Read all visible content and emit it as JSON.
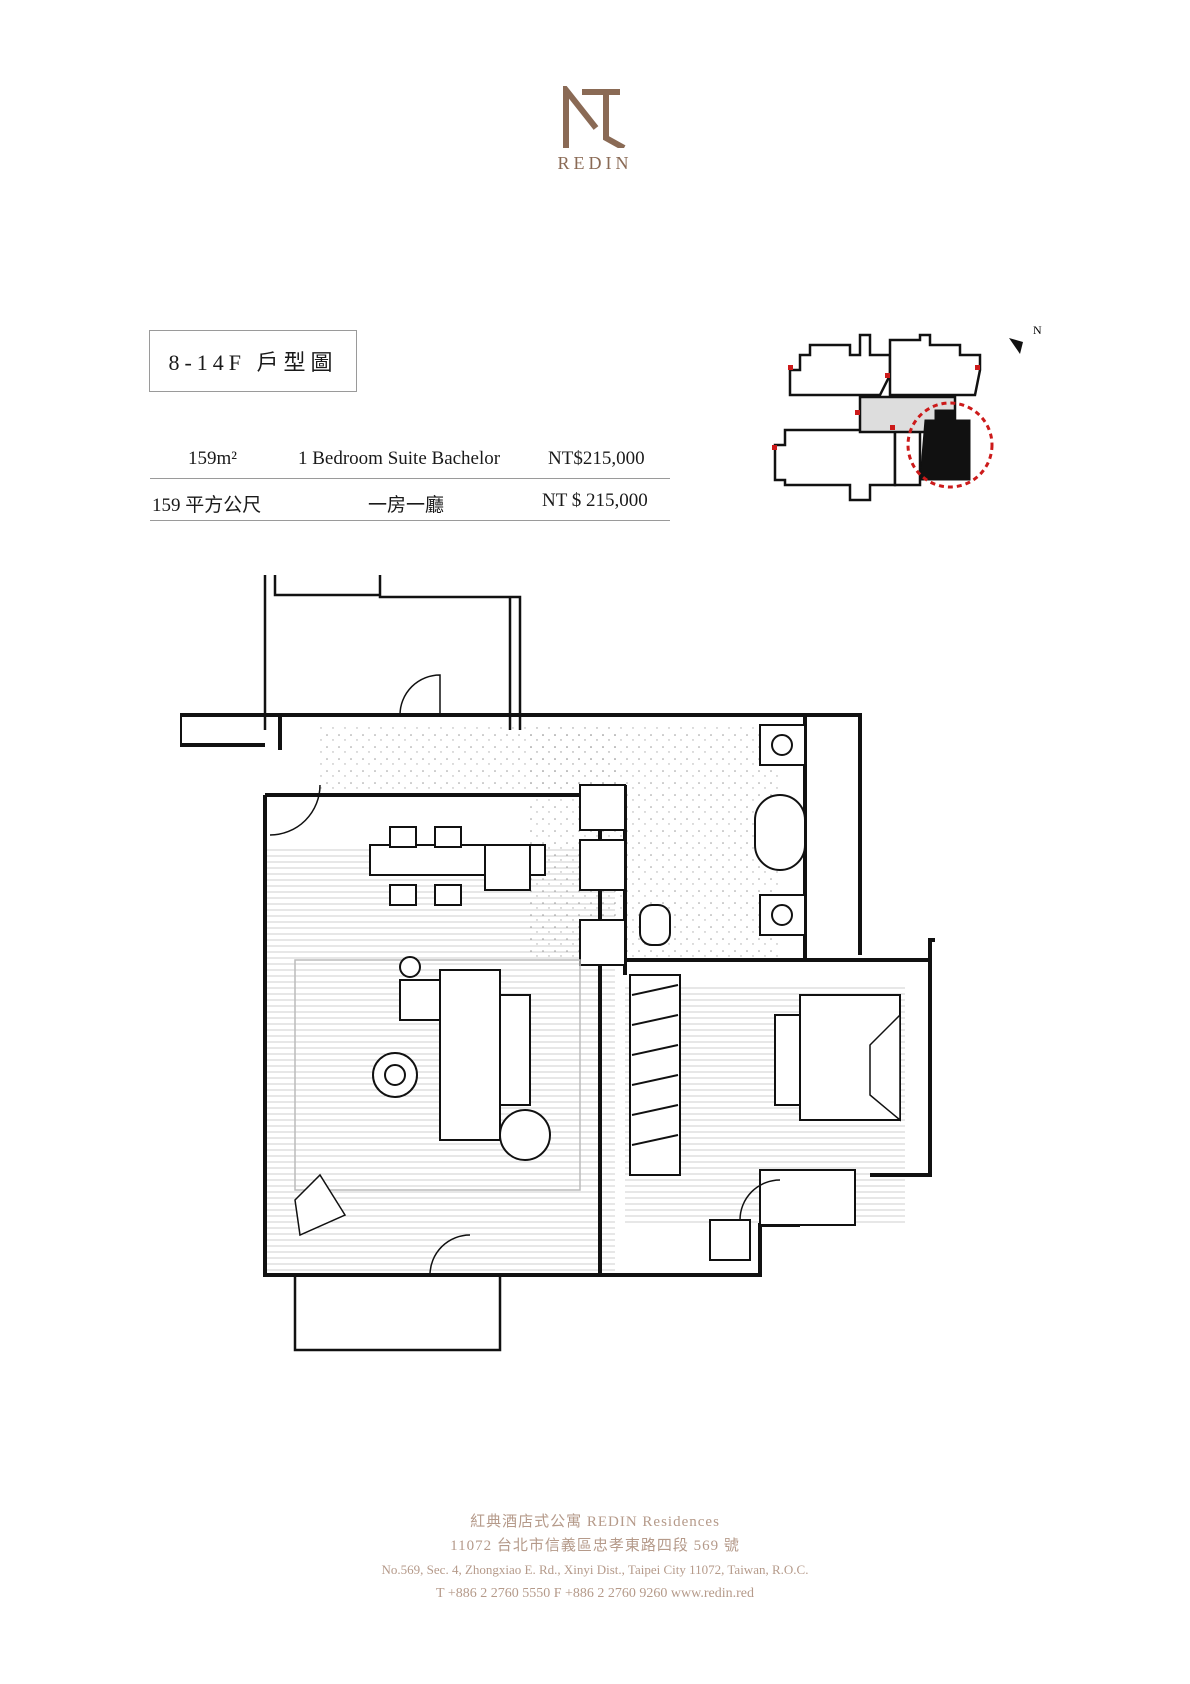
{
  "brand": {
    "name": "REDIN",
    "color": "#8a6a55"
  },
  "floor_label": "8-14F 戶型圖",
  "unit_rows": [
    {
      "area": "159m²",
      "type": "1 Bedroom Suite Bachelor",
      "price": "NT$215,000"
    },
    {
      "area": "159 平方公尺",
      "type": "一房一廳",
      "price": "NT $ 215,000"
    }
  ],
  "keyplan": {
    "compass_label": "N",
    "highlight_color": "#cc1a1a"
  },
  "footer": {
    "line1": "紅典酒店式公寓 REDIN Residences",
    "line2": "11072 台北市信義區忠孝東路四段 569 號",
    "line3": "No.569, Sec. 4, Zhongxiao E. Rd., Xinyi Dist., Taipei City 11072, Taiwan, R.O.C.",
    "line4": "T +886 2 2760 5550     F +886 2 2760 9260     www.redin.red"
  }
}
